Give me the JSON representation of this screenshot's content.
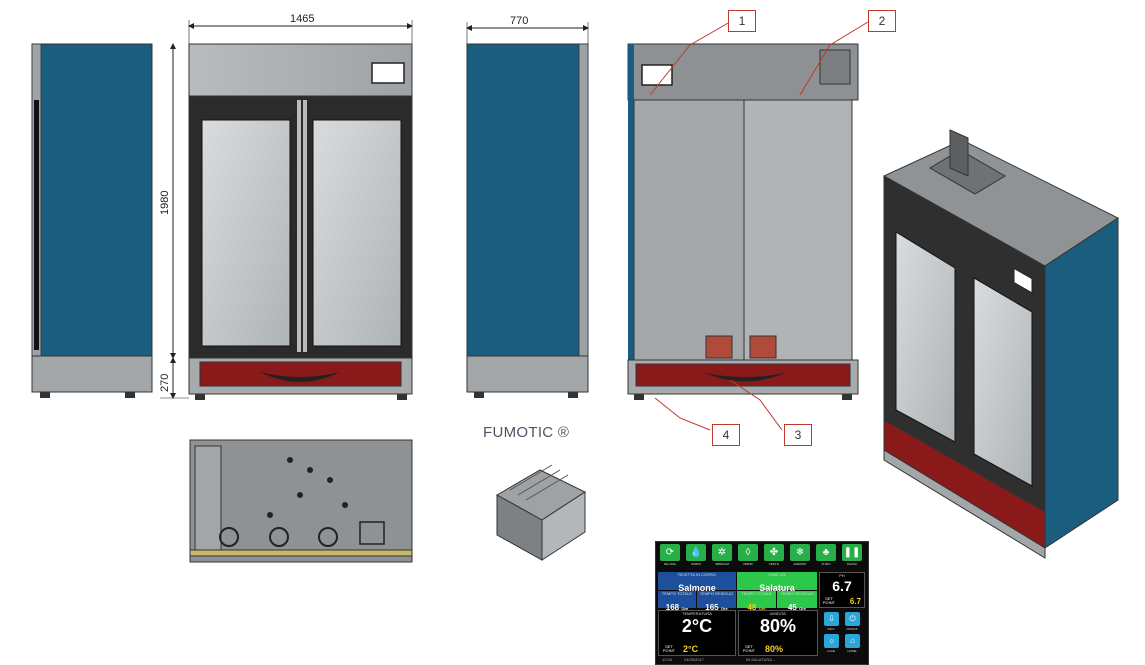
{
  "dimensions": {
    "width": "1465",
    "depth": "770",
    "height": "1980",
    "base": "270"
  },
  "callouts": [
    "1",
    "2",
    "3",
    "4"
  ],
  "brand": "FUMOTIC ®",
  "panel": {
    "icons": [
      {
        "glyph": "⟳",
        "label": "DE-VMA"
      },
      {
        "glyph": "💧",
        "label": "UMIDO"
      },
      {
        "glyph": "✲",
        "label": "SBRINAM"
      },
      {
        "glyph": "◊",
        "label": "UMIDIF"
      },
      {
        "glyph": "✤",
        "label": "VENTIL"
      },
      {
        "glyph": "❄",
        "label": "FREDDO"
      },
      {
        "glyph": "♣",
        "label": "FUMO"
      },
      {
        "glyph": "❚❚",
        "label": "PAUSA"
      }
    ],
    "recipe": {
      "label": "RICETTA IN CORSO",
      "value": "Salmone"
    },
    "phase": {
      "label": "FASE 1/3",
      "value": "Salatura"
    },
    "recipe_times": [
      {
        "label": "TEMPO TOTALE",
        "value": "168",
        "unit": "Ore"
      },
      {
        "label": "TEMPO RESIDUO",
        "value": "165",
        "unit": "Ore"
      }
    ],
    "phase_times": [
      {
        "label": "TEMPO TOTALE",
        "value": "48",
        "unit": "Ore"
      },
      {
        "label": "TEMPO RESIDUO",
        "value": "45",
        "unit": "Ore"
      }
    ],
    "ph": {
      "label": "pH",
      "value": "6.7",
      "set_label": "SET POINT",
      "set_value": "6.7"
    },
    "temperature": {
      "label": "TEMPERATURA",
      "value": "2°C",
      "set_label": "SET POINT",
      "set_value": "2°C"
    },
    "humidity": {
      "label": "UMIDITA'",
      "value": "80%",
      "set_label": "SET POINT",
      "set_value": "80%"
    },
    "side_buttons": [
      {
        "glyph": "⇩",
        "label": "INFO"
      },
      {
        "glyph": "⏻",
        "label": "ON/OFF"
      },
      {
        "glyph": "☼",
        "label": "LUCE"
      },
      {
        "glyph": "⌂",
        "label": "HOME"
      }
    ],
    "footer": {
      "time": "12:00",
      "date": "24/05/2017",
      "status": "IN SALATURA..."
    },
    "colors": {
      "green": "#27b04a",
      "blue": "#1d4f9c",
      "brightgreen": "#2cc84a",
      "yellow": "#f2d21b",
      "cyan": "#2aa6d8"
    }
  }
}
